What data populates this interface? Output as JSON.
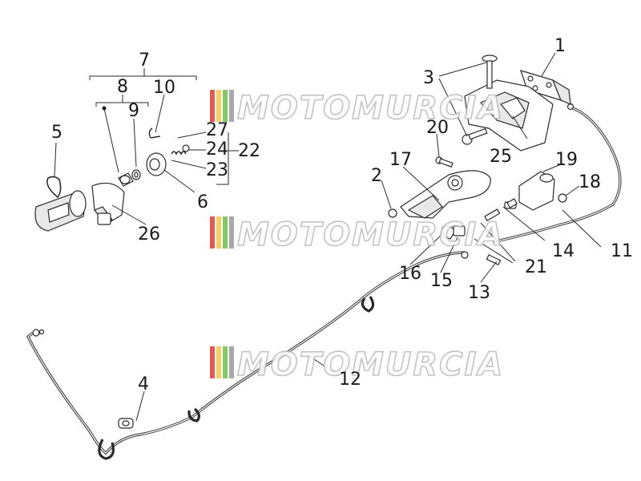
{
  "diagram": {
    "callouts": [
      {
        "id": "c1",
        "text": "1"
      },
      {
        "id": "c2",
        "text": "2"
      },
      {
        "id": "c3",
        "text": "3"
      },
      {
        "id": "c4",
        "text": "4"
      },
      {
        "id": "c5",
        "text": "5"
      },
      {
        "id": "c6",
        "text": "6"
      },
      {
        "id": "c7",
        "text": "7"
      },
      {
        "id": "c8",
        "text": "8"
      },
      {
        "id": "c9",
        "text": "9"
      },
      {
        "id": "c10",
        "text": "10"
      },
      {
        "id": "c11",
        "text": "11"
      },
      {
        "id": "c12",
        "text": "12"
      },
      {
        "id": "c13",
        "text": "13"
      },
      {
        "id": "c14",
        "text": "14"
      },
      {
        "id": "c15",
        "text": "15"
      },
      {
        "id": "c16",
        "text": "16"
      },
      {
        "id": "c17",
        "text": "17"
      },
      {
        "id": "c18",
        "text": "18"
      },
      {
        "id": "c19",
        "text": "19"
      },
      {
        "id": "c20",
        "text": "20"
      },
      {
        "id": "c21",
        "text": "21"
      },
      {
        "id": "c22",
        "text": "22"
      },
      {
        "id": "c23",
        "text": "23"
      },
      {
        "id": "c24",
        "text": "24"
      },
      {
        "id": "c25",
        "text": "25"
      },
      {
        "id": "c26",
        "text": "26"
      },
      {
        "id": "c27",
        "text": "27"
      }
    ]
  },
  "watermark": {
    "text": "MOTOMURCIA",
    "colors": [
      "#e23b3b",
      "#f3c84a",
      "#6fbf4a",
      "#9a9a9a"
    ]
  }
}
